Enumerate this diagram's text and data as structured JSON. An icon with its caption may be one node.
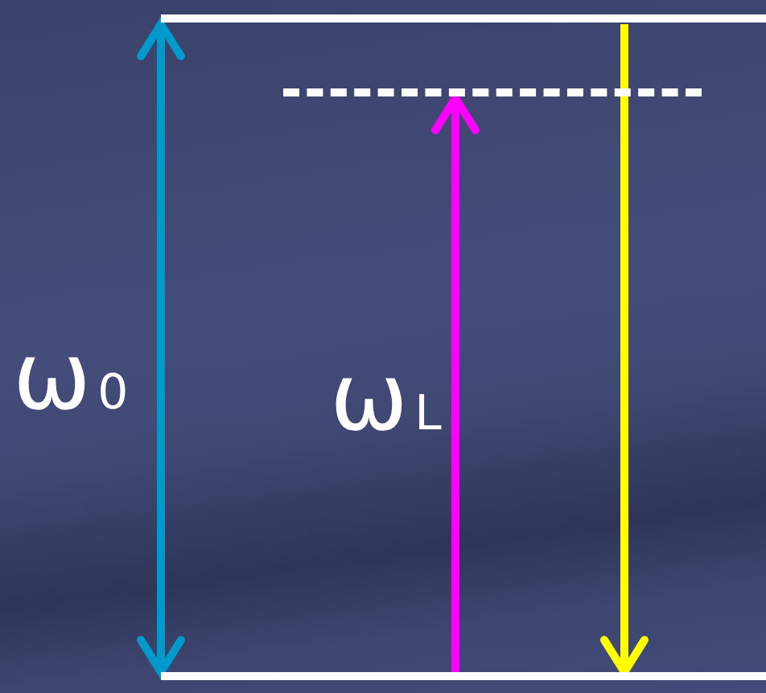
{
  "diagram": {
    "nodes": [
      {
        "text": [],
        "shape": "bar"
      },
      {
        "text": [],
        "shape": "bar"
      },
      {
        "text": [],
        "shape": "bar"
      }
    ],
    "edges": [
      {
        "from": 2,
        "to": 0,
        "arrow": "both",
        "color": "#0099cc",
        "label": "ω$_{0}$"
      },
      {
        "from": 2,
        "to": 1,
        "arrow": "to",
        "color": "#ff00ff",
        "label": "ω$_{L}$"
      },
      {
        "from": 0,
        "to": 2,
        "arrow": "to",
        "color": "#ffff00"
      }
    ]
  }
}
